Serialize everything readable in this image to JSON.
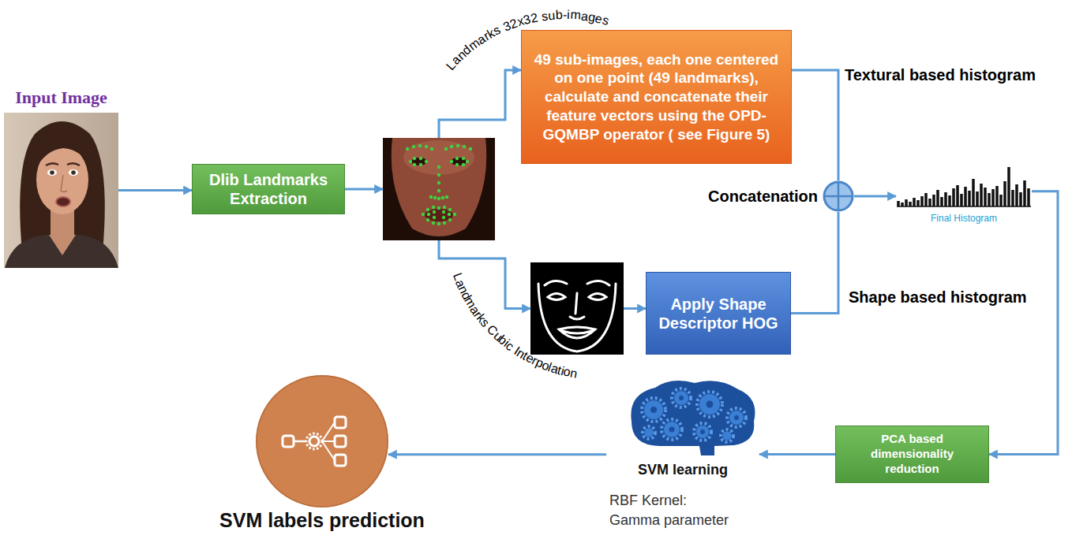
{
  "diagram": {
    "nodes": [
      {
        "text": [
          "Input Image"
        ]
      },
      {
        "text": [
          "Dlib Landmarks Extraction"
        ]
      },
      {
        "text": []
      },
      {
        "text": [
          "49 sub-images, each one centered on one point (49 landmarks), calculate and concatenate their feature vectors using the OPD-GQMBP operator ( see Figure 5)"
        ]
      },
      {
        "text": []
      },
      {
        "text": [
          "Apply Shape Descriptor HOG"
        ]
      },
      {
        "text": [
          "Concatenation"
        ]
      },
      {
        "text": [
          "Final Histogram"
        ]
      },
      {
        "text": [
          "PCA based dimensionality reduction"
        ]
      },
      {
        "text": [
          "SVM learning",
          "RBF Kernel: Gamma parameter"
        ]
      },
      {
        "text": [
          "SVM labels prediction"
        ]
      }
    ],
    "edges": [
      {
        "from": 0,
        "to": 1,
        "arrow": "to"
      },
      {
        "from": 1,
        "to": 2,
        "arrow": "to"
      },
      {
        "from": 2,
        "to": 3,
        "arrow": "to",
        "label": "Landmarks 32x32 sub-images"
      },
      {
        "from": 2,
        "to": 4,
        "arrow": "to",
        "label": "Landmarks Cubic Interpolation"
      },
      {
        "from": 4,
        "to": 5,
        "arrow": "to"
      },
      {
        "from": 3,
        "to": 6,
        "arrow": "none",
        "label": "Textural based histogram"
      },
      {
        "from": 5,
        "to": 6,
        "arrow": "none",
        "label": "Shape based histogram"
      },
      {
        "from": 6,
        "to": 7,
        "arrow": "to"
      },
      {
        "from": 7,
        "to": 8,
        "arrow": "to"
      },
      {
        "from": 8,
        "to": 9,
        "arrow": "to"
      },
      {
        "from": 9,
        "to": 10,
        "arrow": "to"
      }
    ]
  }
}
